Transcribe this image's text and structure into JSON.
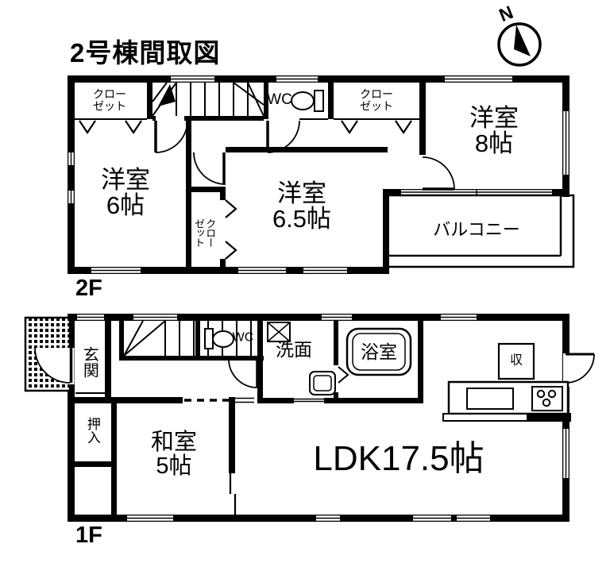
{
  "title": "2号棟間取図",
  "compass": {
    "north": "N"
  },
  "colors": {
    "wall": "#000000",
    "background": "#ffffff"
  },
  "floor2": {
    "label": "2F",
    "closet_left": "クローゼット",
    "wc": "WC",
    "closet_mid": "クローゼット",
    "bedroom8": {
      "name": "洋室",
      "size": "8帖"
    },
    "bedroom6": {
      "name": "洋室",
      "size": "6帖"
    },
    "bedroom65": {
      "name": "洋室",
      "size": "6.5帖"
    },
    "closet_side": "クローゼット",
    "balcony": "バルコニー"
  },
  "floor1": {
    "label": "1F",
    "entrance": "玄関",
    "wc": "WC",
    "washroom": "洗面",
    "bathroom": "浴室",
    "oshiire": "押入",
    "washitsu": {
      "name": "和室",
      "size": "5帖"
    },
    "ldk": "LDK17.5帖",
    "storage": "収"
  }
}
